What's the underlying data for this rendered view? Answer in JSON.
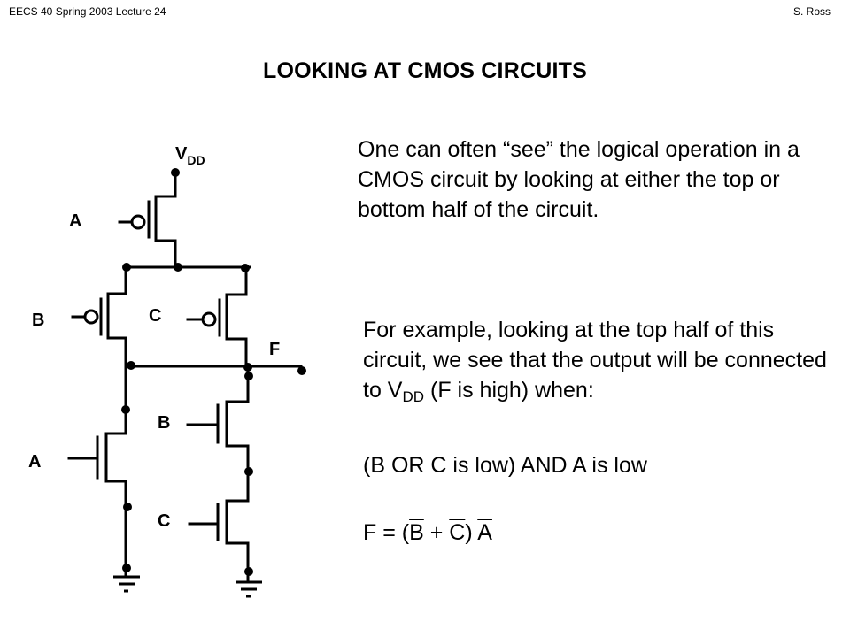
{
  "header": {
    "left": "EECS 40 Spring 2003  Lecture 24",
    "right": "S. Ross"
  },
  "title": "LOOKING AT CMOS CIRCUITS",
  "paragraph1": "One can often “see” the logical operation in a CMOS circuit by looking at either the top or bottom half of the circuit.",
  "paragraph2": {
    "before_sub": "For example,  looking at the top half of this circuit, we see that the output will be connected to V",
    "sub": "DD",
    "after_sub": " (F is high) when:"
  },
  "condition": "(B OR C is low) AND A is low",
  "formula": {
    "prefix": "F = (",
    "b": "B",
    "plus": " + ",
    "c": "C",
    "close": ") ",
    "a": "A"
  },
  "circuit": {
    "vdd_main": "V",
    "vdd_sub": "DD",
    "labels": {
      "a_top": "A",
      "b_left": "B",
      "c_top": "C",
      "f_out": "F",
      "b_bottom": "B",
      "a_bottom": "A",
      "c_bottom": "C"
    }
  }
}
